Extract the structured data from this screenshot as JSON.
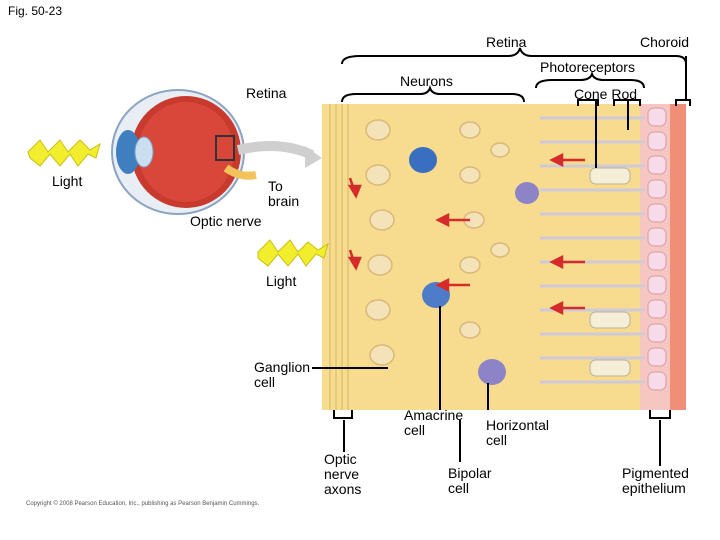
{
  "figure": {
    "number": "Fig. 50-23"
  },
  "labels": {
    "retina_top": "Retina",
    "choroid": "Choroid",
    "photoreceptors": "Photoreceptors",
    "neurons": "Neurons",
    "cone_rod": "Cone Rod",
    "retina_eye": "Retina",
    "light_left": "Light",
    "to_brain": "To\nbrain",
    "optic_nerve": "Optic nerve",
    "light_mid": "Light",
    "ganglion_cell": "Ganglion\ncell",
    "amacrine_cell": "Amacrine\ncell",
    "horizontal_cell": "Horizontal\ncell",
    "optic_nerve_axons": "Optic\nnerve\naxons",
    "bipolar_cell": "Bipolar\ncell",
    "pigmented_epithelium": "Pigmented\nepithelium"
  },
  "copyright": "Copyright © 2008 Pearson Education, Inc., publishing as Pearson Benjamin Cummings.",
  "colors": {
    "tissue": "#f7dc8f",
    "epithelium": "#f2a08e",
    "lightning": "#f2ee2e",
    "arrow": "#d62b2b",
    "ganglion": "#3a6fc0",
    "amacrine": "#4f7cc8",
    "horizontal": "#8c84c6"
  }
}
